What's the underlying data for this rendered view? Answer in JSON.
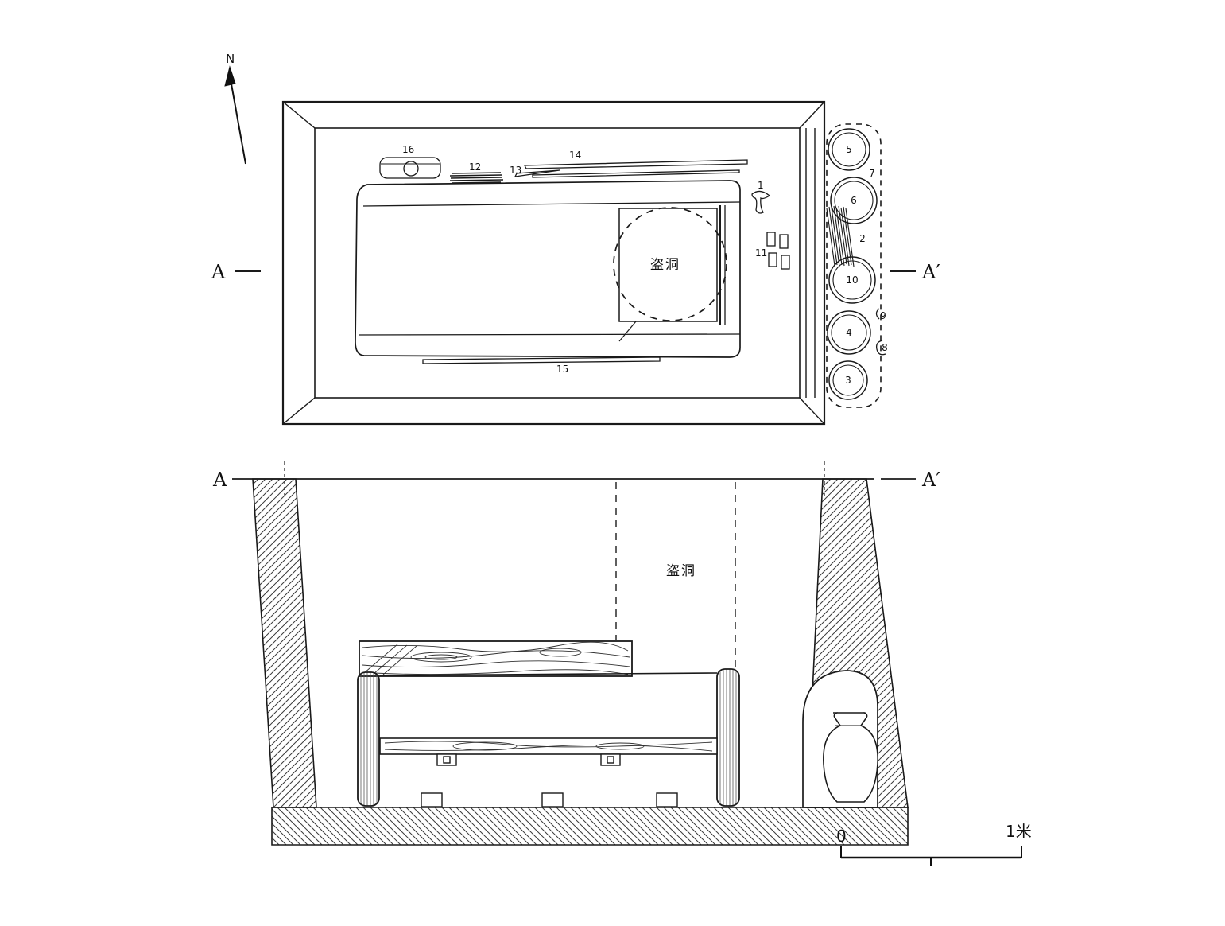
{
  "numbers": {
    "1": "1",
    "2": "2",
    "3": "3",
    "4": "4",
    "5": "5",
    "6": "6",
    "7": "7",
    "8": "8",
    "9": "9",
    "10": "10",
    "11": "11",
    "12": "12",
    "13": "13",
    "14": "14",
    "15": "15",
    "16": "16"
  },
  "plan": {
    "north_label": "N",
    "marker_left": "A",
    "marker_right": "A′",
    "robber_hole": "盗洞"
  },
  "section": {
    "marker_left": "A",
    "marker_right": "A′",
    "robber_hole": "盗洞"
  },
  "scale_bar": {
    "zero": "0",
    "unit": "1米"
  },
  "colors": {
    "line": "#1a1a1a",
    "hatch": "#3a3a3a",
    "background": "#ffffff"
  }
}
